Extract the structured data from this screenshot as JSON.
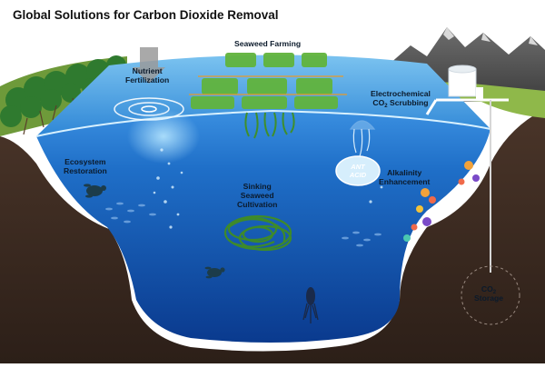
{
  "title": "Global Solutions for Carbon Dioxide Removal",
  "labels": {
    "seaweed_farming": "Seaweed Farming",
    "nutrient_line1": "Nutrient",
    "nutrient_line2": "Fertilization",
    "electro_line1": "Electrochemical",
    "electro_line2_pre": "CO",
    "electro_line2_sub": "2",
    "electro_line2_post": " Scrubbing",
    "ecosystem_line1": "Ecosystem",
    "ecosystem_line2": "Restoration",
    "sinking_line1": "Sinking",
    "sinking_line2": "Seaweed",
    "sinking_line3": "Cultivation",
    "alkalinity_line1": "Alkalinity",
    "alkalinity_line2": "Enhancement",
    "storage_line1_pre": "CO",
    "storage_line1_sub": "2",
    "storage_line2": "Storage",
    "tablet_line1": "ANT",
    "tablet_line2": "ACID"
  },
  "colors": {
    "ocean_surface": "#2f7fd0",
    "ocean_deep": "#0b3f95",
    "seafloor": "#3a2a22",
    "seaweed": "#5fae3a",
    "land": "#8fb84a"
  }
}
